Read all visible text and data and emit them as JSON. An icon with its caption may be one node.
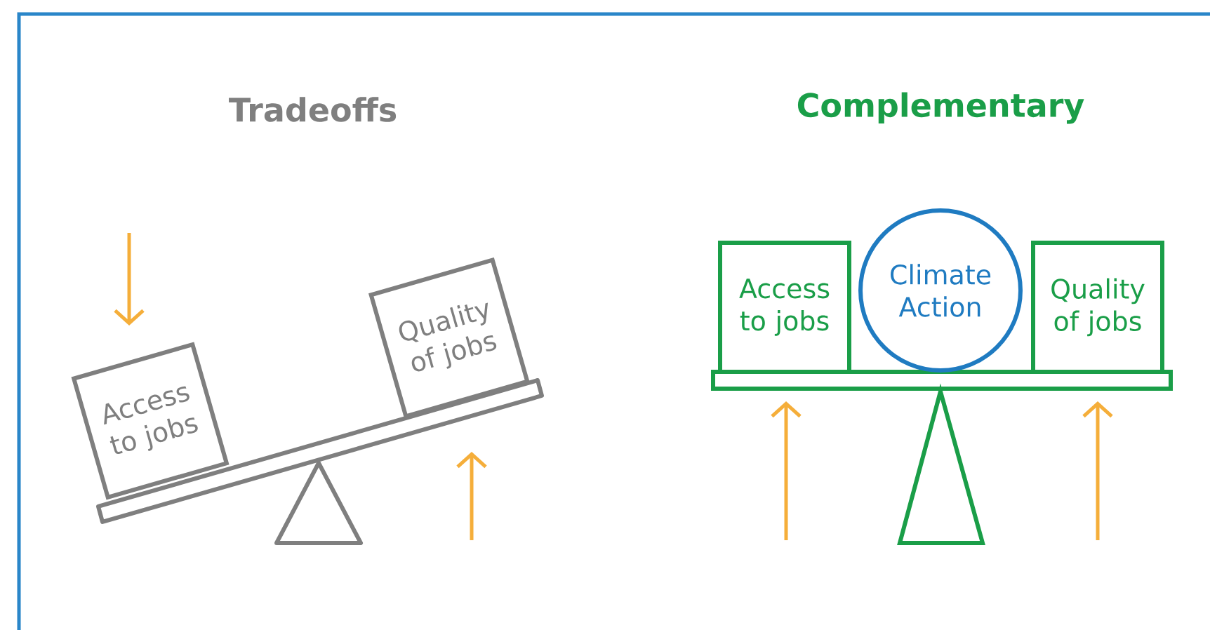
{
  "diagram": {
    "nodes": [
      {
        "text": [
          "Access to jobs"
        ]
      },
      {
        "text": [
          "Quality of jobs"
        ]
      },
      {
        "text": [
          "Access to jobs"
        ]
      },
      {
        "text": [
          "Climate Action"
        ]
      },
      {
        "text": [
          "Quality of jobs"
        ]
      }
    ],
    "labels": [
      "Tradeoffs",
      "Complementary"
    ]
  }
}
